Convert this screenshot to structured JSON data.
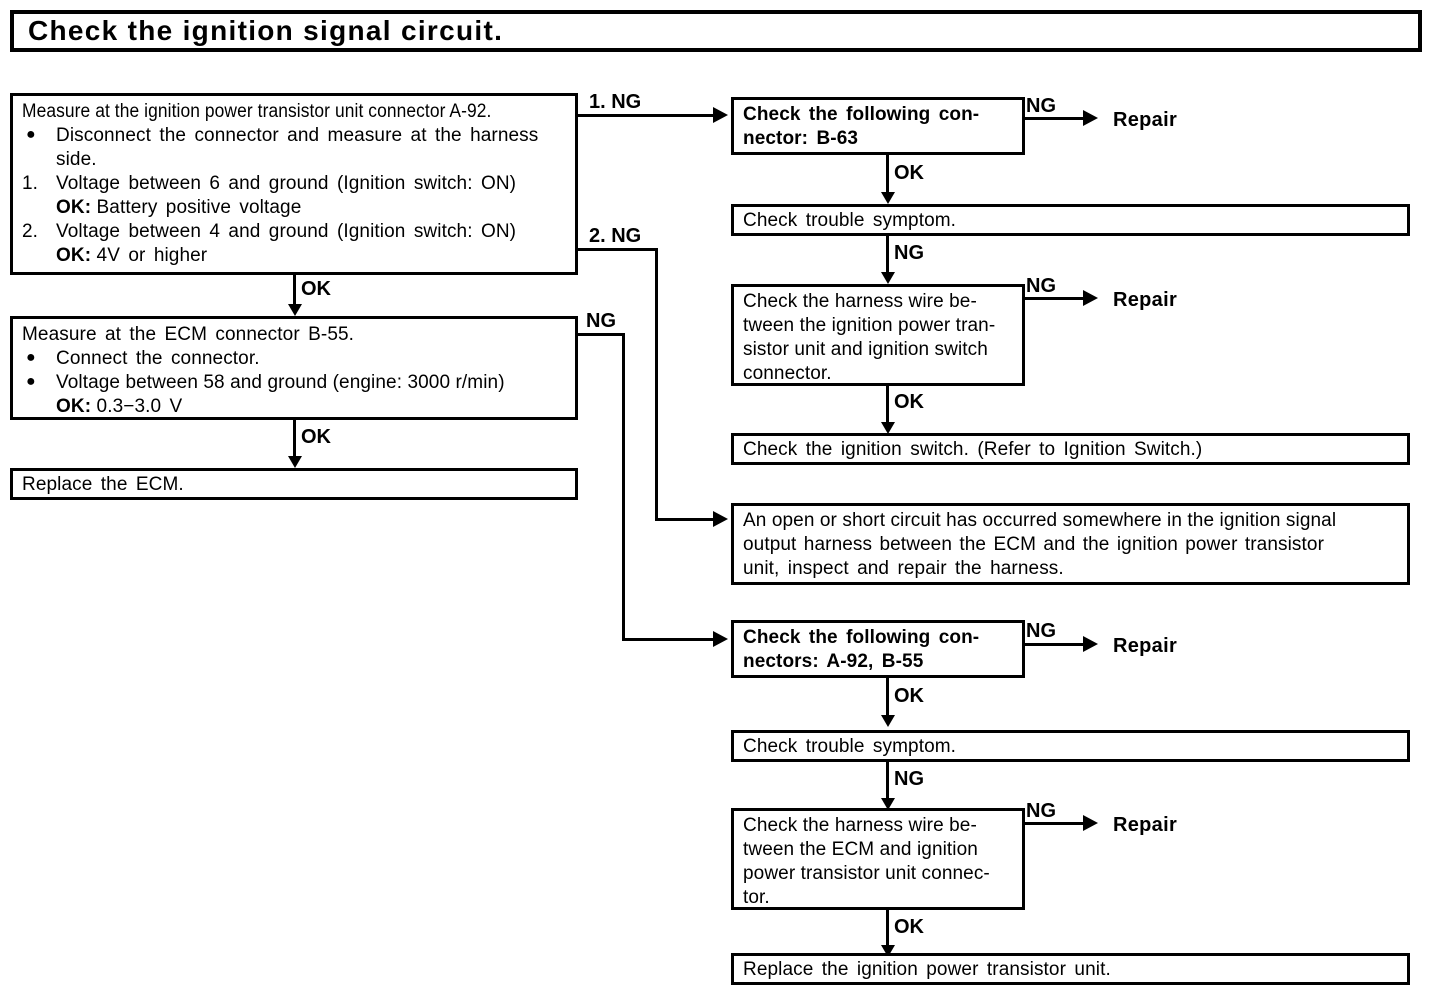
{
  "title": {
    "text": "Check the ignition signal circuit."
  },
  "boxes": {
    "measure_transistor": {
      "heading": "Measure at the ignition power transistor unit connector A-92.",
      "bullet1": "Disconnect the connector and measure at the harness side.",
      "item1_marker": "1.",
      "item1": "Voltage between 6 and ground (Ignition switch: ON)",
      "item1_ok_label": "OK:",
      "item1_ok_value": "Battery positive voltage",
      "item2_marker": "2.",
      "item2": "Voltage between 4 and ground (Ignition switch: ON)",
      "item2_ok_label": "OK:",
      "item2_ok_value": "4V or higher"
    },
    "measure_ecm": {
      "heading": "Measure at the ECM connector B-55.",
      "bullet1": "Connect the connector.",
      "bullet2": "Voltage between 58 and ground (engine: 3000 r/min)",
      "ok_label": "OK:",
      "ok_value": "0.3−3.0 V"
    },
    "replace_ecm": {
      "text": "Replace the ECM."
    },
    "check_connector_b63": {
      "line1": "Check the following con-",
      "line2": "nector: B-63"
    },
    "check_trouble_symptom_1": {
      "text": "Check trouble symptom."
    },
    "check_harness_ignition_switch": {
      "line1": "Check the harness wire be-",
      "line2": "tween the ignition power tran-",
      "line3": "sistor unit and ignition switch",
      "line4": "connector."
    },
    "check_ignition_switch": {
      "text": "Check the ignition switch. (Refer to Ignition Switch.)"
    },
    "open_short_circuit": {
      "line1": "An open or short circuit has occurred somewhere in the ignition signal",
      "line2": "output harness between the ECM and the ignition power transistor",
      "line3": "unit, inspect and repair the harness."
    },
    "check_connectors_a92_b55": {
      "line1": "Check the following con-",
      "line2": "nectors: A-92, B-55"
    },
    "check_trouble_symptom_2": {
      "text": "Check trouble symptom."
    },
    "check_harness_ecm": {
      "line1": "Check the harness wire be-",
      "line2": "tween the ECM and ignition",
      "line3": "power transistor unit connec-",
      "line4": "tor."
    },
    "replace_transistor_unit": {
      "text": "Replace the ignition power transistor unit."
    }
  },
  "labels": {
    "ng_1": "1. NG",
    "ng_2": "2. NG",
    "ng": "NG",
    "ok": "OK",
    "repair": "Repair"
  },
  "colors": {
    "ink": "#000000",
    "paper": "#ffffff"
  },
  "flow": {
    "type": "diagnostic-flowchart",
    "nodes": [
      "measure_transistor",
      "measure_ecm",
      "replace_ecm",
      "check_connector_b63",
      "check_trouble_symptom_1",
      "check_harness_ignition_switch",
      "check_ignition_switch",
      "open_short_circuit",
      "check_connectors_a92_b55",
      "check_trouble_symptom_2",
      "check_harness_ecm",
      "replace_transistor_unit"
    ],
    "edges": [
      {
        "from": "measure_transistor",
        "to": "check_connector_b63",
        "label": "1. NG"
      },
      {
        "from": "measure_transistor",
        "to": "open_short_circuit",
        "label": "2. NG"
      },
      {
        "from": "measure_transistor",
        "to": "measure_ecm",
        "label": "OK"
      },
      {
        "from": "measure_ecm",
        "to": "replace_ecm",
        "label": "OK"
      },
      {
        "from": "measure_ecm",
        "to": "check_connectors_a92_b55",
        "label": "NG"
      },
      {
        "from": "check_connector_b63",
        "to": "repair",
        "label": "NG"
      },
      {
        "from": "check_connector_b63",
        "to": "check_trouble_symptom_1",
        "label": "OK"
      },
      {
        "from": "check_trouble_symptom_1",
        "to": "check_harness_ignition_switch",
        "label": "NG"
      },
      {
        "from": "check_harness_ignition_switch",
        "to": "repair",
        "label": "NG"
      },
      {
        "from": "check_harness_ignition_switch",
        "to": "check_ignition_switch",
        "label": "OK"
      },
      {
        "from": "check_connectors_a92_b55",
        "to": "repair",
        "label": "NG"
      },
      {
        "from": "check_connectors_a92_b55",
        "to": "check_trouble_symptom_2",
        "label": "OK"
      },
      {
        "from": "check_trouble_symptom_2",
        "to": "check_harness_ecm",
        "label": "NG"
      },
      {
        "from": "check_harness_ecm",
        "to": "repair",
        "label": "NG"
      },
      {
        "from": "check_harness_ecm",
        "to": "replace_transistor_unit",
        "label": "OK"
      }
    ]
  }
}
